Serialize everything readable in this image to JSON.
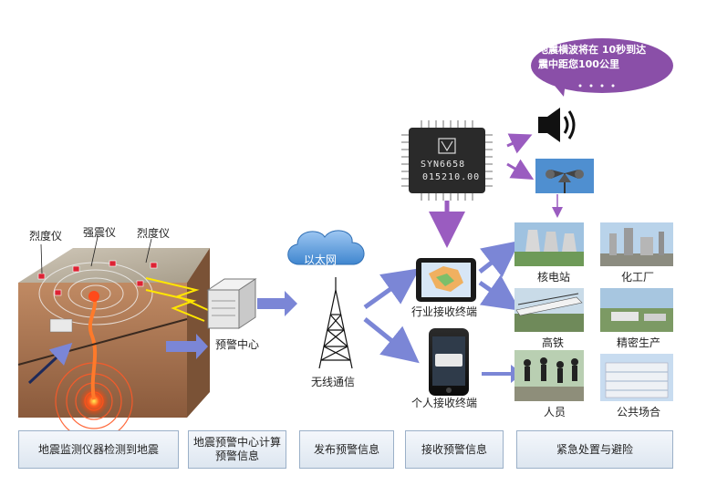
{
  "sensors": {
    "intensity_left": "烈度仪",
    "strong_motion": "强震仪",
    "intensity_right": "烈度仪"
  },
  "center": {
    "label": "预警中心"
  },
  "network": {
    "cloud": "以太网",
    "tower": "无线通信"
  },
  "chip": {
    "line1": "SYN6658",
    "line2": "015210.00"
  },
  "bubble": {
    "line1": "地震横波将在 10秒到达",
    "line2": "震中距您100公里"
  },
  "terminals": {
    "industry": "行业接收终端",
    "personal": "个人接收终端"
  },
  "targets": {
    "nuclear": "核电站",
    "chemical": "化工厂",
    "rail": "高铁",
    "precision": "精密生产",
    "people": "人员",
    "public": "公共场合"
  },
  "steps": [
    "地震监测仪器检测到地震",
    "地震预警中心计算\n预警信息",
    "发布预警信息",
    "接收预警信息",
    "紧急处置与避险"
  ],
  "colors": {
    "arrow_blue": "#7b86d6",
    "arrow_purple": "#9a5cc0",
    "bubble": "#8a4fa8"
  }
}
